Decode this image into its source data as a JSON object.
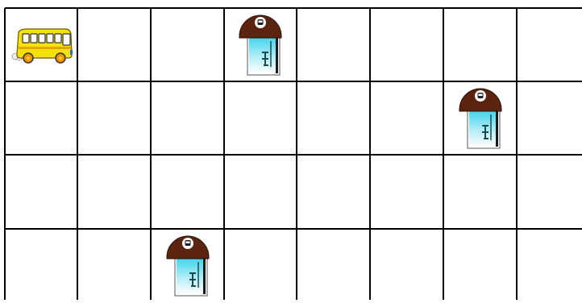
{
  "board": {
    "rows": 4,
    "cols": 8
  },
  "pieces": [
    {
      "type": "bus",
      "icon": "bus-icon",
      "row": 0,
      "col": 0,
      "color": "#f5e20a"
    },
    {
      "type": "bus-stop",
      "icon": "bus-stop-icon",
      "row": 0,
      "col": 3,
      "color": "#5a2410"
    },
    {
      "type": "bus-stop",
      "icon": "bus-stop-icon",
      "row": 1,
      "col": 6,
      "color": "#5a2410"
    },
    {
      "type": "bus-stop",
      "icon": "bus-stop-icon",
      "row": 3,
      "col": 2,
      "color": "#5a2410"
    }
  ]
}
